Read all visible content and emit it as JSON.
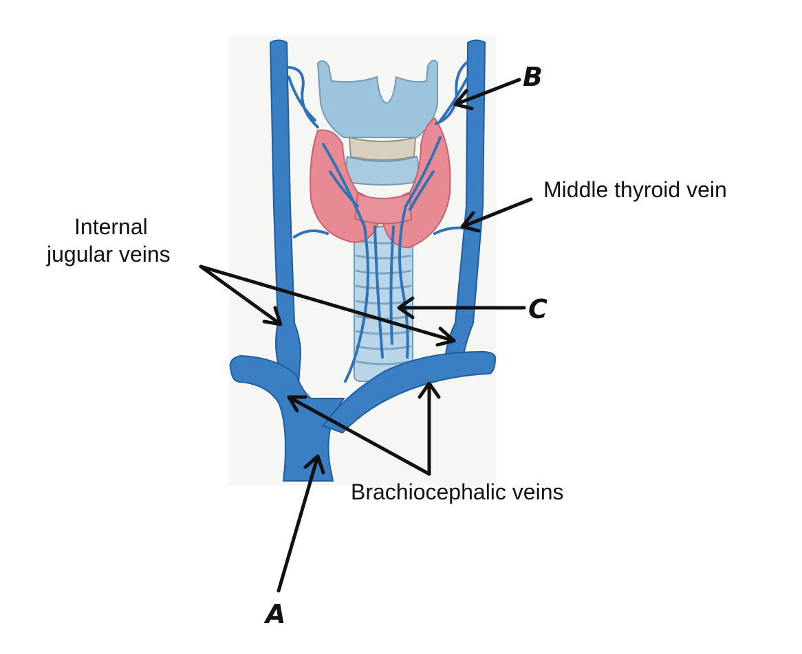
{
  "labels": {
    "internal_jugular_line1": "Internal",
    "internal_jugular_line2": "jugular veins",
    "middle_thyroid": "Middle thyroid vein",
    "brachiocephalic": "Brachiocephalic veins",
    "letter_a": "A",
    "letter_b": "B",
    "letter_c": "C"
  },
  "colors": {
    "vein": "#3a7fc4",
    "vein_dark": "#1f5c9c",
    "vein_light": "#7fb3e3",
    "cartilage": "#9cc4dd",
    "cartilage_dark": "#6f9ab8",
    "thyroid": "#e88a94",
    "thyroid_dark": "#c9606d",
    "trachea": "#b9d6e8",
    "arrow": "#111111"
  }
}
